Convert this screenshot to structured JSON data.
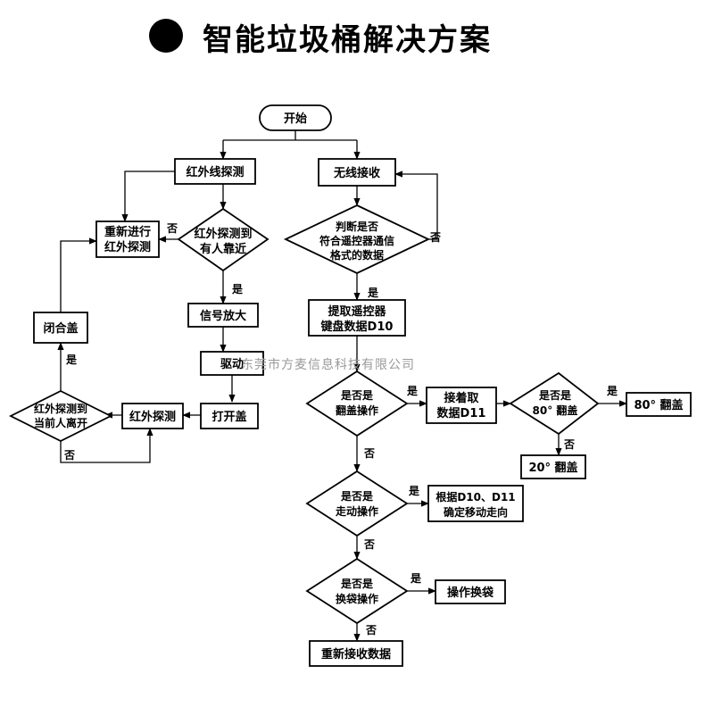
{
  "title": "智能垃圾桶解决方案",
  "watermark": "东莞市方麦信息科技有限公司",
  "nodes": {
    "start": "开始",
    "ir_detect": "红外线探测",
    "wireless_rx": "无线接收",
    "retry_ir": [
      "重新进行",
      "红外探测"
    ],
    "ir_person": [
      "红外探测到",
      "有人靠近"
    ],
    "check_format": [
      "判断是否",
      "符合遥控器通信",
      "格式的数据"
    ],
    "amplify": "信号放大",
    "extract_d10": [
      "提取遥控器",
      "键盘数据D10"
    ],
    "close_lid": "闭合盖",
    "drive": "驱动",
    "is_flip": [
      "是否是",
      "翻盖操作"
    ],
    "rx_d11": [
      "接着取",
      "数据D11"
    ],
    "is_80": [
      "是否是",
      "80°  翻盖"
    ],
    "flip80": "80°  翻盖",
    "flip20": "20°  翻盖",
    "ir_leave": [
      "红外探测到",
      "当前人离开"
    ],
    "ir_detect2": "红外探测",
    "open_lid": "打开盖",
    "is_move": [
      "是否是",
      "走动操作"
    ],
    "move_dir": [
      "根据D10、D11",
      "确定移动走向"
    ],
    "is_bag": [
      "是否是",
      "换袋操作"
    ],
    "bag_op": "操作换袋",
    "re_rx": "重新接收数据"
  },
  "labels": {
    "yes": "是",
    "no": "否"
  }
}
